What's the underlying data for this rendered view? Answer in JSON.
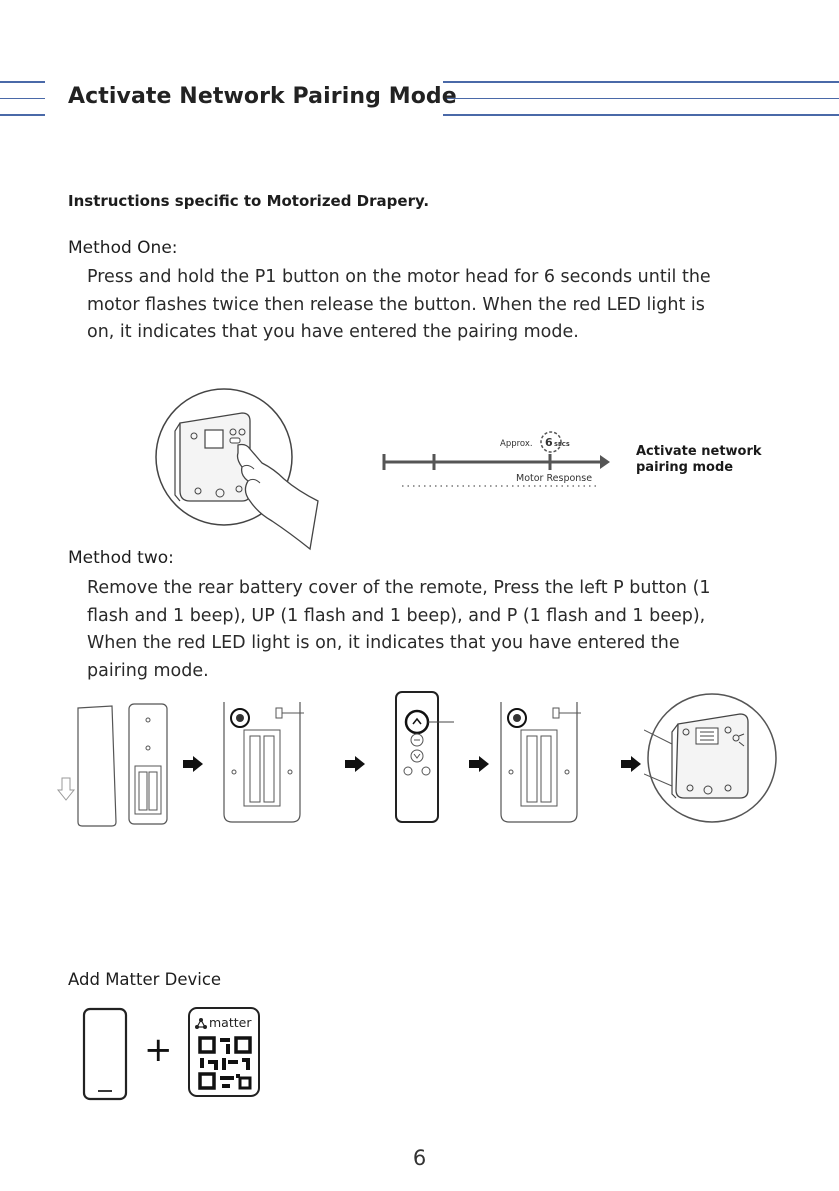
{
  "header": {
    "title": "Activate Network Pairing Mode"
  },
  "subtitle": "Instructions specific to Motorized Drapery.",
  "method_one": {
    "title": "Method One:",
    "lines": [
      "Press and hold the P1 button on the motor head for 6 seconds until the",
      "motor flashes twice then release the button. When the red LED light is",
      "on, it indicates that you have entered the pairing mode."
    ]
  },
  "timeline": {
    "approx_label": "Approx.",
    "seconds_value": "6",
    "seconds_unit": "SECS",
    "response_label": "Motor Response",
    "result_line1": "Activate network",
    "result_line2": "pairing mode"
  },
  "method_two": {
    "title": "Method two:",
    "lines": [
      "Remove the rear battery cover of the remote, Press the left P button (1",
      "flash and 1 beep),  UP (1 flash and 1 beep), and P (1 flash and 1 beep),",
      "When the red LED light is on, it indicates that you have entered the",
      "pairing mode."
    ]
  },
  "matter": {
    "label": "Add Matter Device",
    "logo_text": "matter",
    "plus_symbol": "+"
  },
  "page_number": "6",
  "colors": {
    "accent_rule": "#4a69a8",
    "result_text": "#1a1a1a",
    "line_art": "#444444"
  }
}
